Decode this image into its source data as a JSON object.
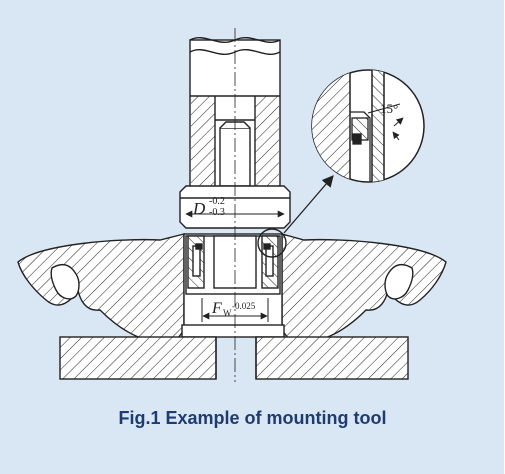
{
  "caption": "Fig.1  Example of mounting tool",
  "dimensions": {
    "outer_symbol": "D",
    "outer_tol_upper": "-0.2",
    "outer_tol_lower": "-0.3",
    "bore_symbol": "F",
    "bore_subscript": "W",
    "bore_tol": "-0.025"
  },
  "detail": {
    "angle_label": "15°"
  },
  "colors": {
    "panel_background": "#d9e6f3",
    "caption_text": "#1f3b73",
    "line": "#222222"
  }
}
